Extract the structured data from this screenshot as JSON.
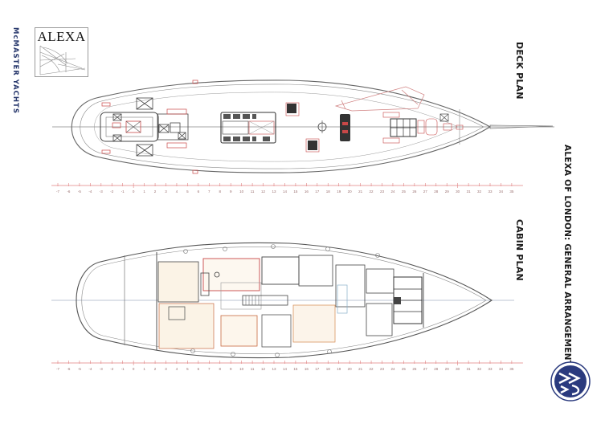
{
  "document": {
    "title": "ALEXA OF LONDON: GENERAL ARRANGEMENT",
    "brand": "McMASTER YACHTS",
    "logo_title": "ALEXA",
    "badge_icon": "mcmaster-yachts-monogram-icon"
  },
  "plans": [
    {
      "id": "deck",
      "label": "DECK PLAN"
    },
    {
      "id": "cabin",
      "label": "CABIN PLAN"
    }
  ],
  "scale": {
    "ticks": [
      "-7",
      "-6",
      "-5",
      "-4",
      "-3",
      "-2",
      "-1",
      "0",
      "1",
      "2",
      "3",
      "4",
      "5",
      "6",
      "7",
      "8",
      "9",
      "10",
      "11",
      "12",
      "13",
      "14",
      "15",
      "16",
      "17",
      "18",
      "19",
      "20",
      "21",
      "22",
      "23",
      "24",
      "25",
      "26",
      "27",
      "28",
      "29",
      "30",
      "31",
      "32",
      "33",
      "34",
      "35"
    ],
    "color": "#e08080"
  },
  "colors": {
    "line": "#555555",
    "detail_red": "#c84848",
    "furniture_orange": "#d4884a",
    "brand_blue": "#2a3a7e",
    "text": "#1c1c1c"
  }
}
